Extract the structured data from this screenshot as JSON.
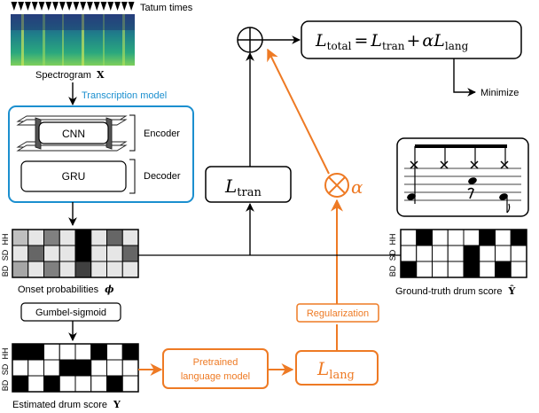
{
  "labels": {
    "tatum_times": "Tatum times",
    "spectrogram": "Spectrogram",
    "spectrogram_symbol": "X",
    "transcription_model": "Transcription model",
    "cnn": "CNN",
    "encoder": "Encoder",
    "gru": "GRU",
    "decoder": "Decoder",
    "onset_probabilities": "Onset probabilities",
    "onset_symbol": "ϕ",
    "gumbel_sigmoid": "Gumbel-sigmoid",
    "estimated_score": "Estimated drum score",
    "estimated_symbol": "Y",
    "pretrained_lm_line1": "Pretrained",
    "pretrained_lm_line2": "language model",
    "regularization": "Regularization",
    "ground_truth_score": "Ground-truth drum score",
    "ground_truth_symbol": "Ŷ",
    "minimize": "Minimize",
    "row_hh": "HH",
    "row_sd": "SD",
    "row_bd": "BD",
    "alpha": "α"
  },
  "formulas": {
    "l_total_L": "L",
    "l_total_sub": "total",
    "eq": "=",
    "tran_L": "L",
    "tran_sub": "tran",
    "plus": "+",
    "alpha": "α",
    "lang_L": "L",
    "lang_sub": "lang"
  },
  "colors": {
    "orange": "#ee7a24",
    "blue": "#1b8fcf",
    "black": "#000000"
  },
  "grids": {
    "onset": [
      [
        0.25,
        0.1,
        0.5,
        0.1,
        1.0,
        0.1,
        0.6,
        0.1
      ],
      [
        0.1,
        0.6,
        0.1,
        0.1,
        1.0,
        0.1,
        0.1,
        0.6
      ],
      [
        0.35,
        0.1,
        0.5,
        0.1,
        0.75,
        0.1,
        0.1,
        0.1
      ]
    ],
    "estimated": [
      [
        1,
        1,
        0,
        0,
        0,
        1,
        0,
        1
      ],
      [
        0,
        0,
        0,
        1,
        1,
        0,
        0,
        0
      ],
      [
        1,
        0,
        1,
        0,
        0,
        0,
        1,
        0
      ]
    ],
    "ground_truth": [
      [
        0,
        1,
        0,
        0,
        0,
        1,
        0,
        1
      ],
      [
        0,
        0,
        0,
        0,
        1,
        0,
        0,
        0
      ],
      [
        1,
        0,
        0,
        0,
        1,
        0,
        1,
        0
      ]
    ]
  },
  "tatum_count": 18
}
